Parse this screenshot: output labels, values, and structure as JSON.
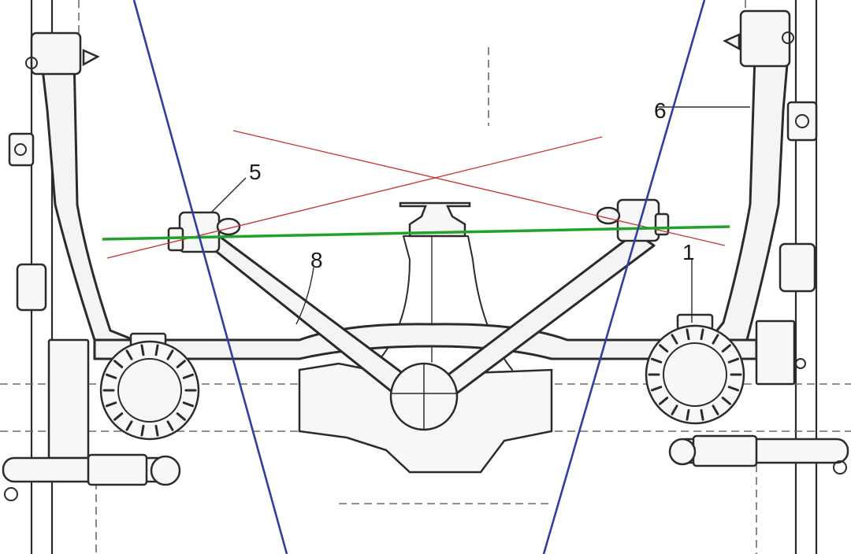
{
  "diagram": {
    "callouts": [
      {
        "id": "5",
        "label": "5"
      },
      {
        "id": "6",
        "label": "6"
      },
      {
        "id": "8",
        "label": "8"
      },
      {
        "id": "1",
        "label": "1"
      }
    ]
  },
  "overlay_colors": {
    "blue_lines": "#2f3fa0",
    "red_lines": "#c8302a",
    "green_line": "#1fa32a"
  }
}
